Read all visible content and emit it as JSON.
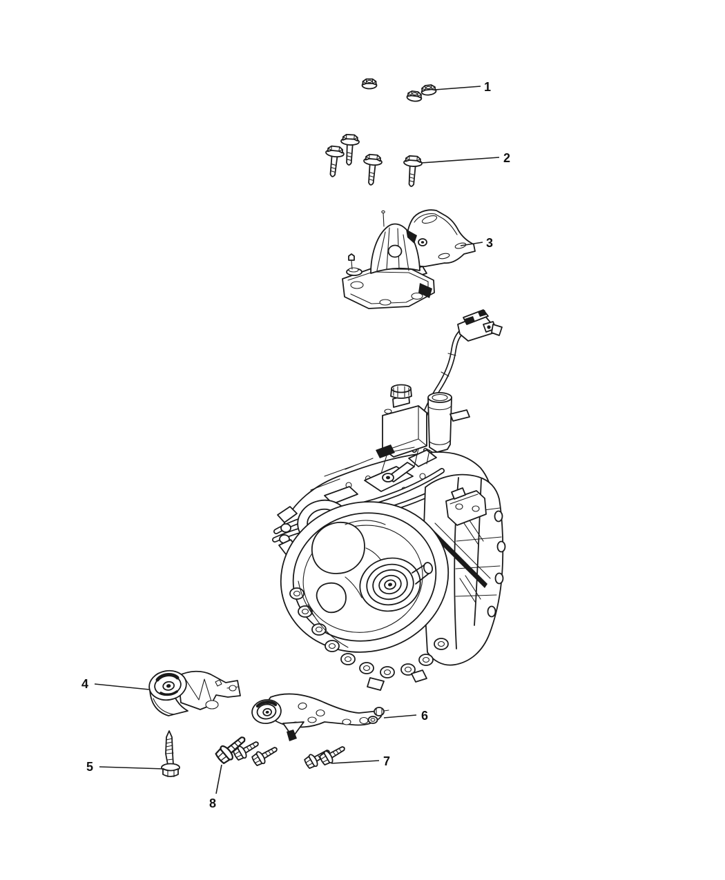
{
  "colors": {
    "background": "#ffffff",
    "ink": "#1a1a1a"
  },
  "callouts": [
    {
      "label": "1"
    },
    {
      "label": "2"
    },
    {
      "label": "3"
    },
    {
      "label": "4"
    },
    {
      "label": "5"
    },
    {
      "label": "6"
    },
    {
      "label": "7"
    },
    {
      "label": "8"
    }
  ]
}
